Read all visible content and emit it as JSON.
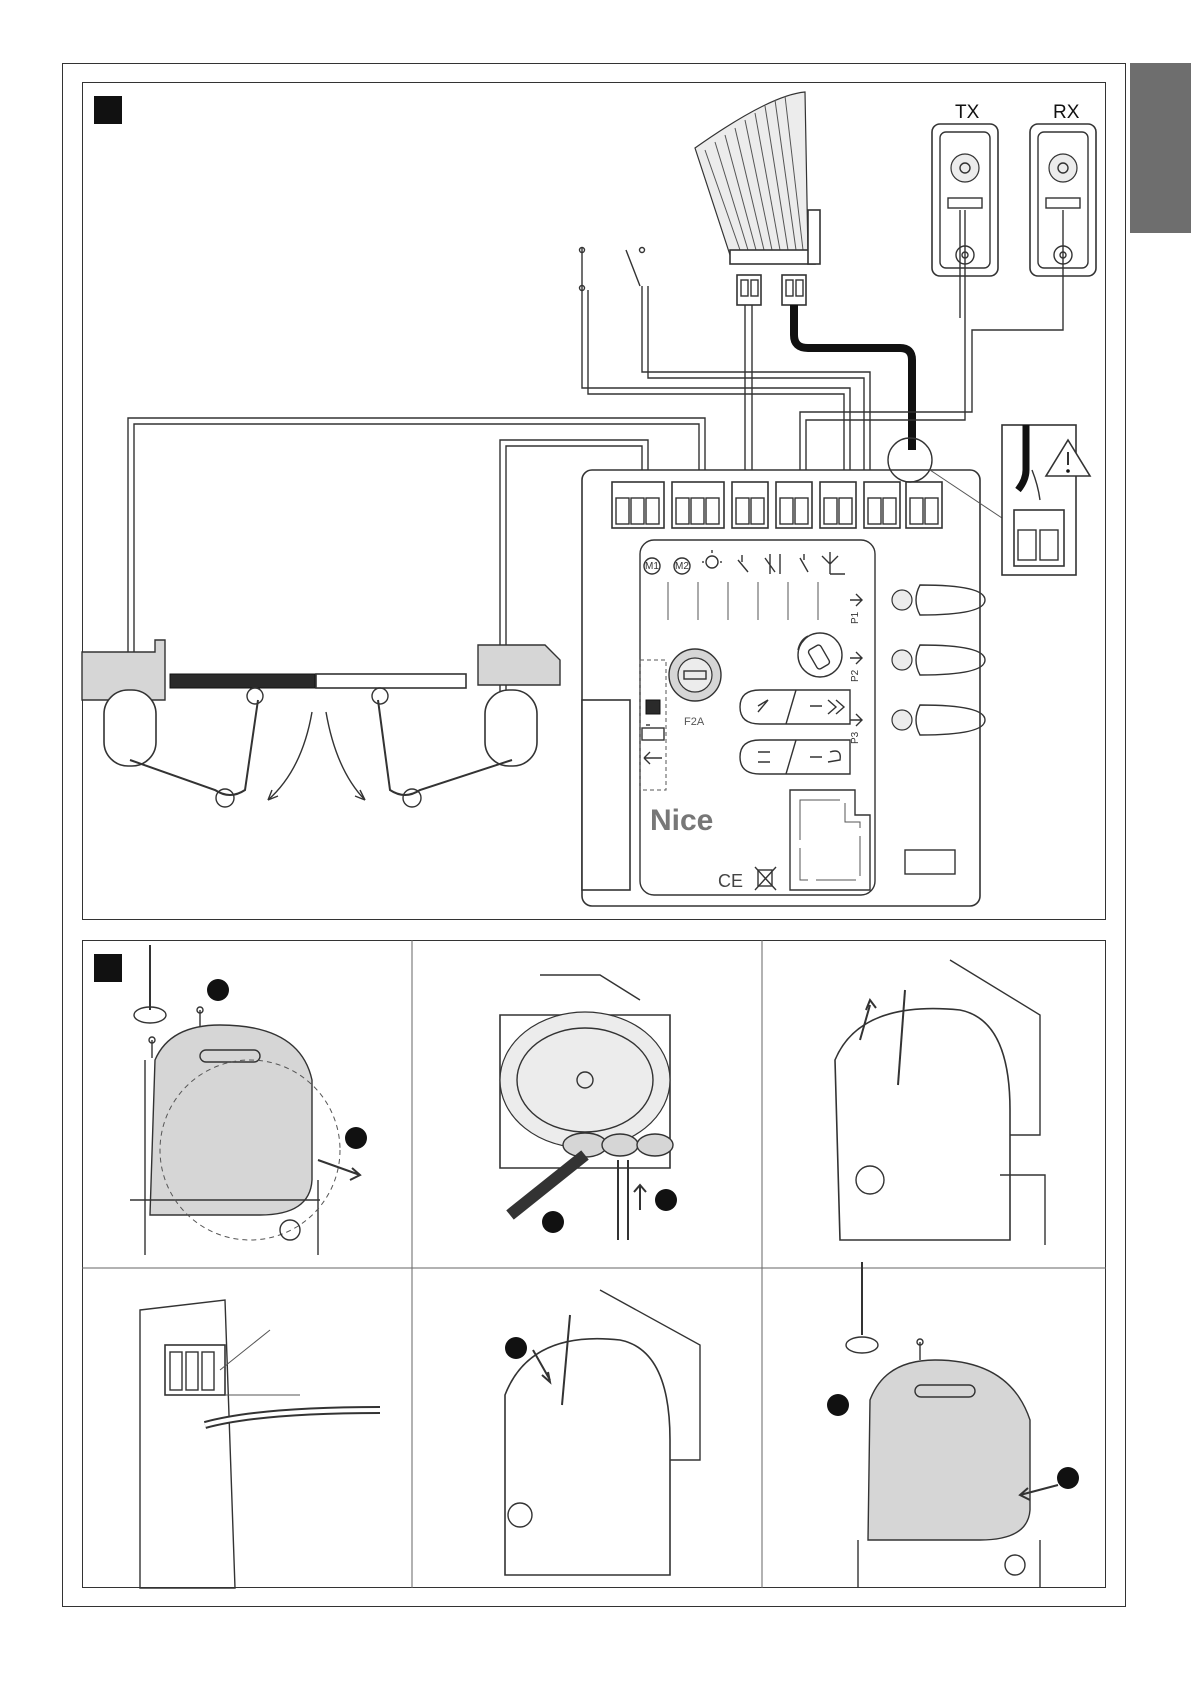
{
  "labels": {
    "photocell_tx": "TX",
    "photocell_rx": "RX",
    "fuse": "F2A",
    "brand": "Nice",
    "button_p1": "P1",
    "button_p2": "P2",
    "button_p3": "P3",
    "motor1": "M1",
    "motor2": "M2",
    "ce_mark": "CE"
  },
  "icons": {
    "warning": "warning-triangle-icon",
    "flash": "flashing-light-icon",
    "antenna": "antenna-icon",
    "radio": "radio-remote-icon",
    "battery": "battery-icon",
    "solar": "solar-panel-icon"
  },
  "colors": {
    "side_tab": "#6e6e6e",
    "cover_shade": "#d6d6d6"
  }
}
